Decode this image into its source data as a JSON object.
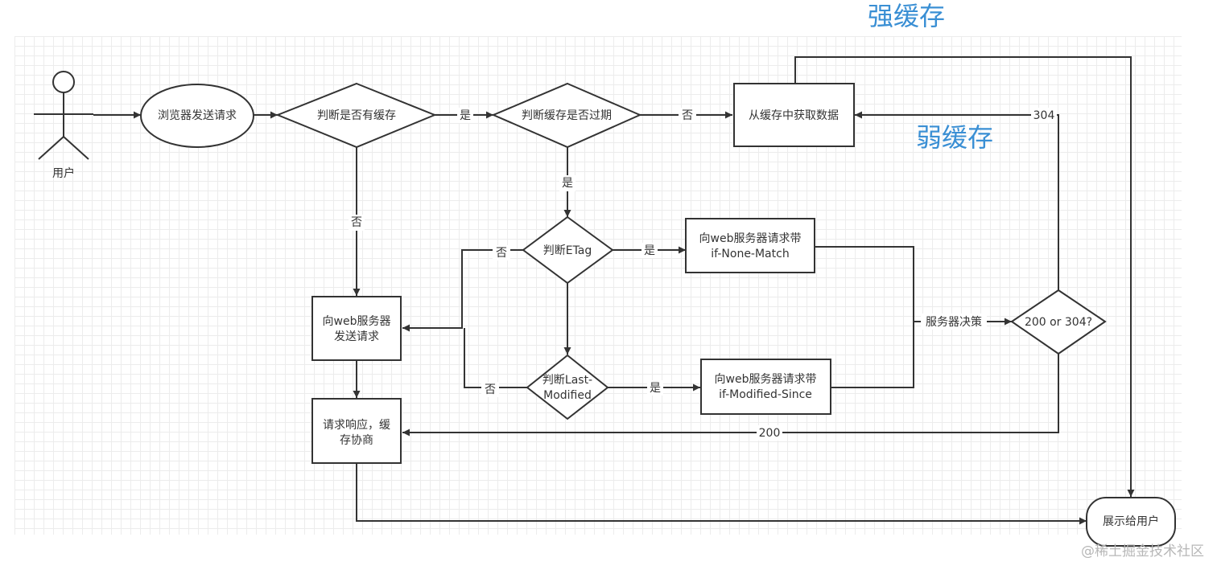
{
  "user_label": "用户",
  "strong_cache_title": "强缓存",
  "weak_cache_title": "弱缓存",
  "watermark": "@稀土掘金技术社区",
  "nodes": {
    "browser_request": "浏览器发送请求",
    "has_cache": "判断是否有缓存",
    "cache_expired": "判断缓存是否过期",
    "get_from_cache": "从缓存中获取数据",
    "check_etag": "判断ETag",
    "request_etag": [
      "向web服务器请求带",
      "if-None-Match"
    ],
    "send_to_server": [
      "向web服务器",
      "发送请求"
    ],
    "check_last_modified": [
      "判断Last-",
      "Modified"
    ],
    "request_modified": [
      "向web服务器请求带",
      "if-Modified-Since"
    ],
    "response_negotiate": [
      "请求响应，缓",
      "存协商"
    ],
    "status_decision": "200 or 304?",
    "show_user": "展示给用户"
  },
  "edge_labels": {
    "yes_has_cache": "是",
    "no_has_cache": "否",
    "no_expired": "否",
    "yes_expired": "是",
    "yes_etag": "是",
    "no_etag": "否",
    "yes_last_modified": "是",
    "no_last_modified": "否",
    "server_decision": "服务器决策",
    "code_304": "304",
    "code_200": "200"
  }
}
